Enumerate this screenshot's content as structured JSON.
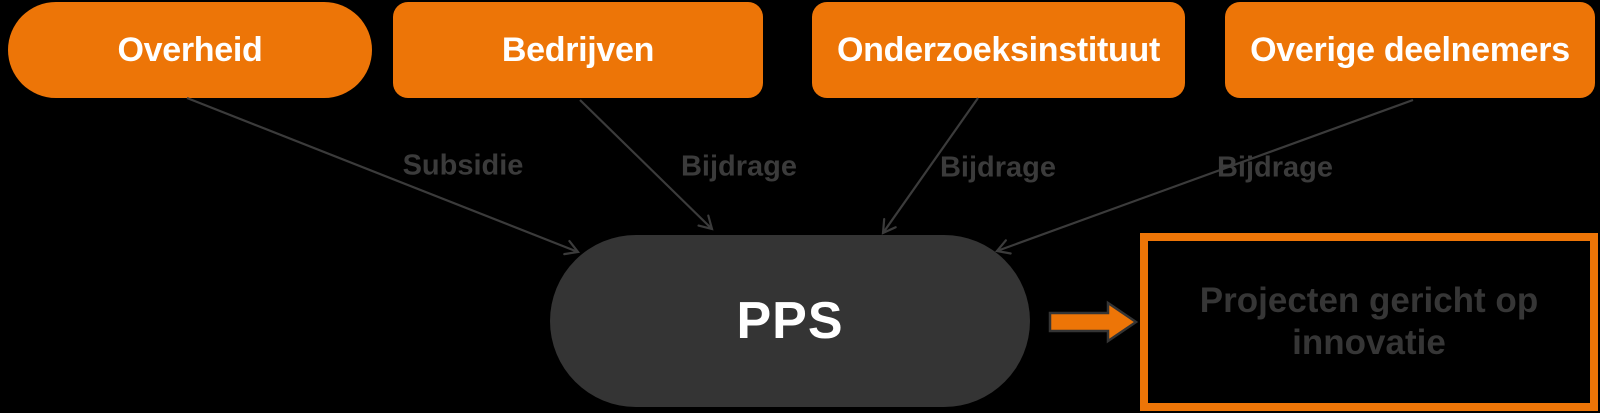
{
  "diagram_title": "PPS funding flow diagram",
  "colors": {
    "background": "#000000",
    "orange": "#ED7507",
    "hub_fill": "#343434",
    "edge_line": "#3B3B3B",
    "source_text": "#FFFFFF",
    "outcome_text": "#363636"
  },
  "sources": [
    {
      "label": "Overheid"
    },
    {
      "label": "Bedrijven"
    },
    {
      "label": "Onderzoeksinstituut"
    },
    {
      "label": "Overige deelnemers"
    }
  ],
  "edges": [
    {
      "label": "Subsidie",
      "from": "Overheid",
      "to": "PPS"
    },
    {
      "label": "Bijdrage",
      "from": "Bedrijven",
      "to": "PPS"
    },
    {
      "label": "Bijdrage",
      "from": "Onderzoeksinstituut",
      "to": "PPS"
    },
    {
      "label": "Bijdrage",
      "from": "Overige deelnemers",
      "to": "PPS"
    }
  ],
  "hub": {
    "label": "PPS"
  },
  "outcome": {
    "line1": "Projecten gericht op",
    "line2": "innovatie"
  }
}
